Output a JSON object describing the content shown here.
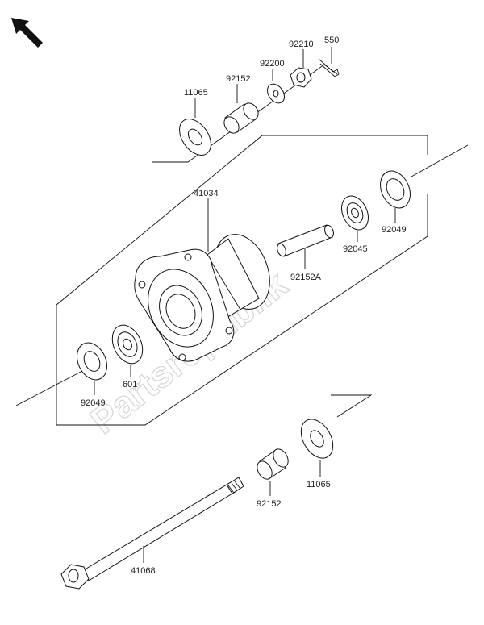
{
  "diagram": {
    "watermark": "Partsrepublik",
    "orientation_arrow": "arrow-up-left-icon",
    "labels": {
      "spacer_top": "11065",
      "collar_top": "92152",
      "washer_top": "92200",
      "nut": "92210",
      "cotter_pin": "550",
      "hub": "41034",
      "seal_right": "92049",
      "bearing_right": "92045",
      "collar_inner": "92152A",
      "bearing_left": "601",
      "seal_left": "92049",
      "spacer_bottom": "11065",
      "collar_bottom": "92152",
      "axle": "41068"
    }
  }
}
